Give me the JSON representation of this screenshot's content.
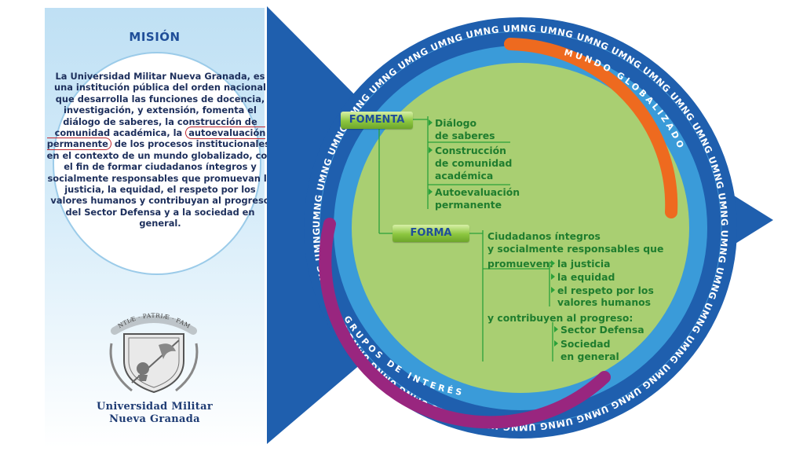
{
  "mission": {
    "heading": "MISIÓN",
    "text_before": "La Universidad Militar Nueva Granada, es una institución pública del orden nacional que desarrolla las funciones de docencia, investigación, y extensión, fomenta el diálogo de saberes, la construcción de comunidad académica, la",
    "highlighted": "autoevaluación permanente",
    "text_after": "de los procesos institucionales, en el contexto de un mundo globalizado, con el fin de formar ciudadanos íntegros y socialmente responsables que promuevan la justicia, la equidad, el respeto por los valores humanos y contribuyan al progreso del Sector Defensa y a la sociedad en general."
  },
  "crest": {
    "motto": "SCIENTIÆ · PATRIÆ · FAMILIÆ"
  },
  "university": {
    "line1": "Universidad Militar",
    "line2": "Nueva Granada"
  },
  "ring": {
    "word": "UMNG",
    "top_arc": "MUNDO GLOBALIZADO",
    "bottom_arc": "GRUPOS DE INTERÉS"
  },
  "fomenta": {
    "label": "FOMENTA",
    "items": [
      "Diálogo",
      "de saberes",
      "Construcción",
      "de comunidad",
      "académica",
      "Autoevaluación",
      "permanente"
    ]
  },
  "forma": {
    "label": "FORMA",
    "lines": [
      "Ciudadanos íntegros",
      "y socialmente responsables que",
      "promueven:",
      "y contribuyen al progreso:"
    ],
    "promueven_items": [
      "la justicia",
      "la equidad",
      "el respeto por los",
      "valores humanos"
    ],
    "progreso_items": [
      "Sector Defensa",
      "Sociedad",
      "en general"
    ]
  },
  "colors": {
    "dark_blue": "#1f5fae",
    "ring_blue": "#3a9bd9",
    "inner_green": "#a9cf72",
    "text_green": "#1f7d2e",
    "orange": "#ee6a1f",
    "purple": "#99267f",
    "highlight_red": "#c0262f"
  }
}
